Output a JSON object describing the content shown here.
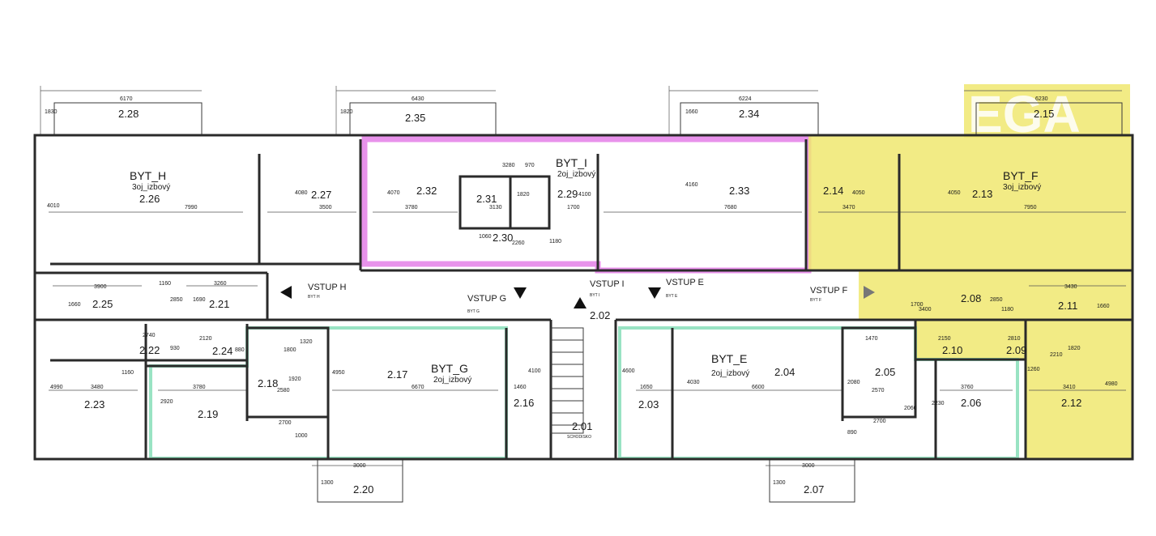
{
  "colors": {
    "byt_i_highlight": "#e277e6",
    "byt_f_highlight": "#f0e870",
    "byt_g_e_outline": "#7fdcb4",
    "wall": "#2a2a2a",
    "background": "#ffffff"
  },
  "watermark": "EGA",
  "apartments": {
    "h": {
      "name": "BYT_H",
      "type": "3oj_izbový"
    },
    "i": {
      "name": "BYT_I",
      "type": "2oj_izbový"
    },
    "f": {
      "name": "BYT_F",
      "type": "3oj_izbový"
    },
    "g": {
      "name": "BYT_G",
      "type": "2oj_izbový"
    },
    "e": {
      "name": "BYT_E",
      "type": "2oj_izbový"
    }
  },
  "rooms": {
    "r228": "2.28",
    "r235": "2.35",
    "r234": "2.34",
    "r215": "2.15",
    "r226": "2.26",
    "r227": "2.27",
    "r232": "2.32",
    "r231": "2.31",
    "r229": "2.29",
    "r230": "2.30",
    "r233": "2.33",
    "r214": "2.14",
    "r213": "2.13",
    "r225": "2.25",
    "r221": "2.21",
    "r202": "2.02",
    "r208": "2.08",
    "r211": "2.11",
    "r222": "2.22",
    "r224": "2.24",
    "r218": "2.18",
    "r217": "2.17",
    "r223": "2.23",
    "r219": "2.19",
    "r216": "2.16",
    "r201": "2.01",
    "r203": "2.03",
    "r204": "2.04",
    "r205": "2.05",
    "r206": "2.06",
    "r210": "2.10",
    "r209": "2.09",
    "r212": "2.12",
    "r220": "2.20",
    "r207": "2.07"
  },
  "entries": {
    "h": {
      "label": "VSTUP H",
      "sub": "BYT H"
    },
    "g": {
      "label": "VSTUP G",
      "sub": "BYT G"
    },
    "i": {
      "label": "VSTUP I",
      "sub": "BYT I"
    },
    "e": {
      "label": "VSTUP E",
      "sub": "BYT E"
    },
    "f": {
      "label": "VSTUP F",
      "sub": "BYT F"
    }
  },
  "stair_label": "SCHODISKO",
  "dims": {
    "d6170": "6170",
    "d1830": "1830",
    "d6430": "6430",
    "d1820": "1820",
    "d6224": "6224",
    "d1660": "1660",
    "d6230": "6230",
    "d4010": "4010",
    "d7990": "7990",
    "d4080": "4080",
    "d3500": "3500",
    "d4070": "4070",
    "d3780": "3780",
    "d3280": "3280",
    "d970": "970",
    "d3130": "3130",
    "d1820b": "1820",
    "d4100": "4100",
    "d1700": "1700",
    "d2260": "2260",
    "d1060": "1060",
    "d1180": "1180",
    "d4160": "4160",
    "d7680": "7680",
    "d4050": "4050",
    "d3470": "3470",
    "d4050b": "4050",
    "d7950": "7950",
    "d3900": "3900",
    "d1160": "1160",
    "d3260": "3260",
    "d1660b": "1660",
    "d2850": "2850",
    "d1690": "1690",
    "d1700b": "1700",
    "d3400": "3400",
    "d2850b": "2850",
    "d1180b": "1180",
    "d3430": "3430",
    "d1660c": "1660",
    "d2740": "2740",
    "d2120": "2120",
    "d930": "930",
    "d880": "880",
    "d1320": "1320",
    "d1800": "1800",
    "d1470": "1470",
    "d2150": "2150",
    "d2810": "2810",
    "d1820c": "1820",
    "d1260": "1260",
    "d4990": "4990",
    "d1160b": "1160",
    "d3480": "3480",
    "d2920": "2920",
    "d3780b": "3780",
    "d1920": "1920",
    "d2580": "2580",
    "d2700": "2700",
    "d1000": "1000",
    "d4950": "4950",
    "d6670": "6670",
    "d4100b": "4100",
    "d1460": "1460",
    "d4600": "4600",
    "d1650": "1650",
    "d4030": "4030",
    "d6600": "6600",
    "d2080": "2080",
    "d2570": "2570",
    "d2700b": "2700",
    "d2230": "2230",
    "d3760": "3760",
    "d3410": "3410",
    "d4980": "4980",
    "d3000": "3000",
    "d1300": "1300",
    "d3000b": "3000",
    "d1300b": "1300",
    "d890": "890",
    "d2060": "2060",
    "d2210": "2210"
  }
}
